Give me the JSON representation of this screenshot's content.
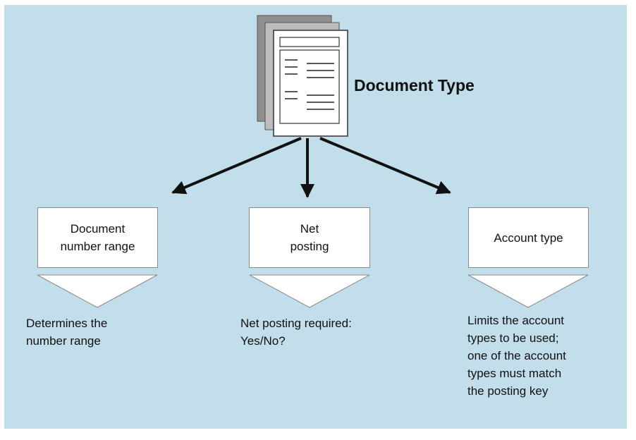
{
  "title": "Document Type",
  "boxes": [
    {
      "label_line1": "Document",
      "label_line2": "number range"
    },
    {
      "label_line1": "Net",
      "label_line2": "posting"
    },
    {
      "label_line1": "Account type",
      "label_line2": ""
    }
  ],
  "descriptions": [
    {
      "line1": "Determines the",
      "line2": "number range"
    },
    {
      "line1": "Net posting required:",
      "line2": "Yes/No?"
    },
    {
      "line1": "Limits the account",
      "line2": "types to be used;",
      "line3": "one of the account",
      "line4": "types must match",
      "line5": "the posting key"
    }
  ],
  "colors": {
    "panel": "#c2deea",
    "box": "#ffffff",
    "arrow": "#111111",
    "doc_shadow": "#8f8f8f"
  },
  "icons": {
    "document": "document-stack-icon"
  }
}
